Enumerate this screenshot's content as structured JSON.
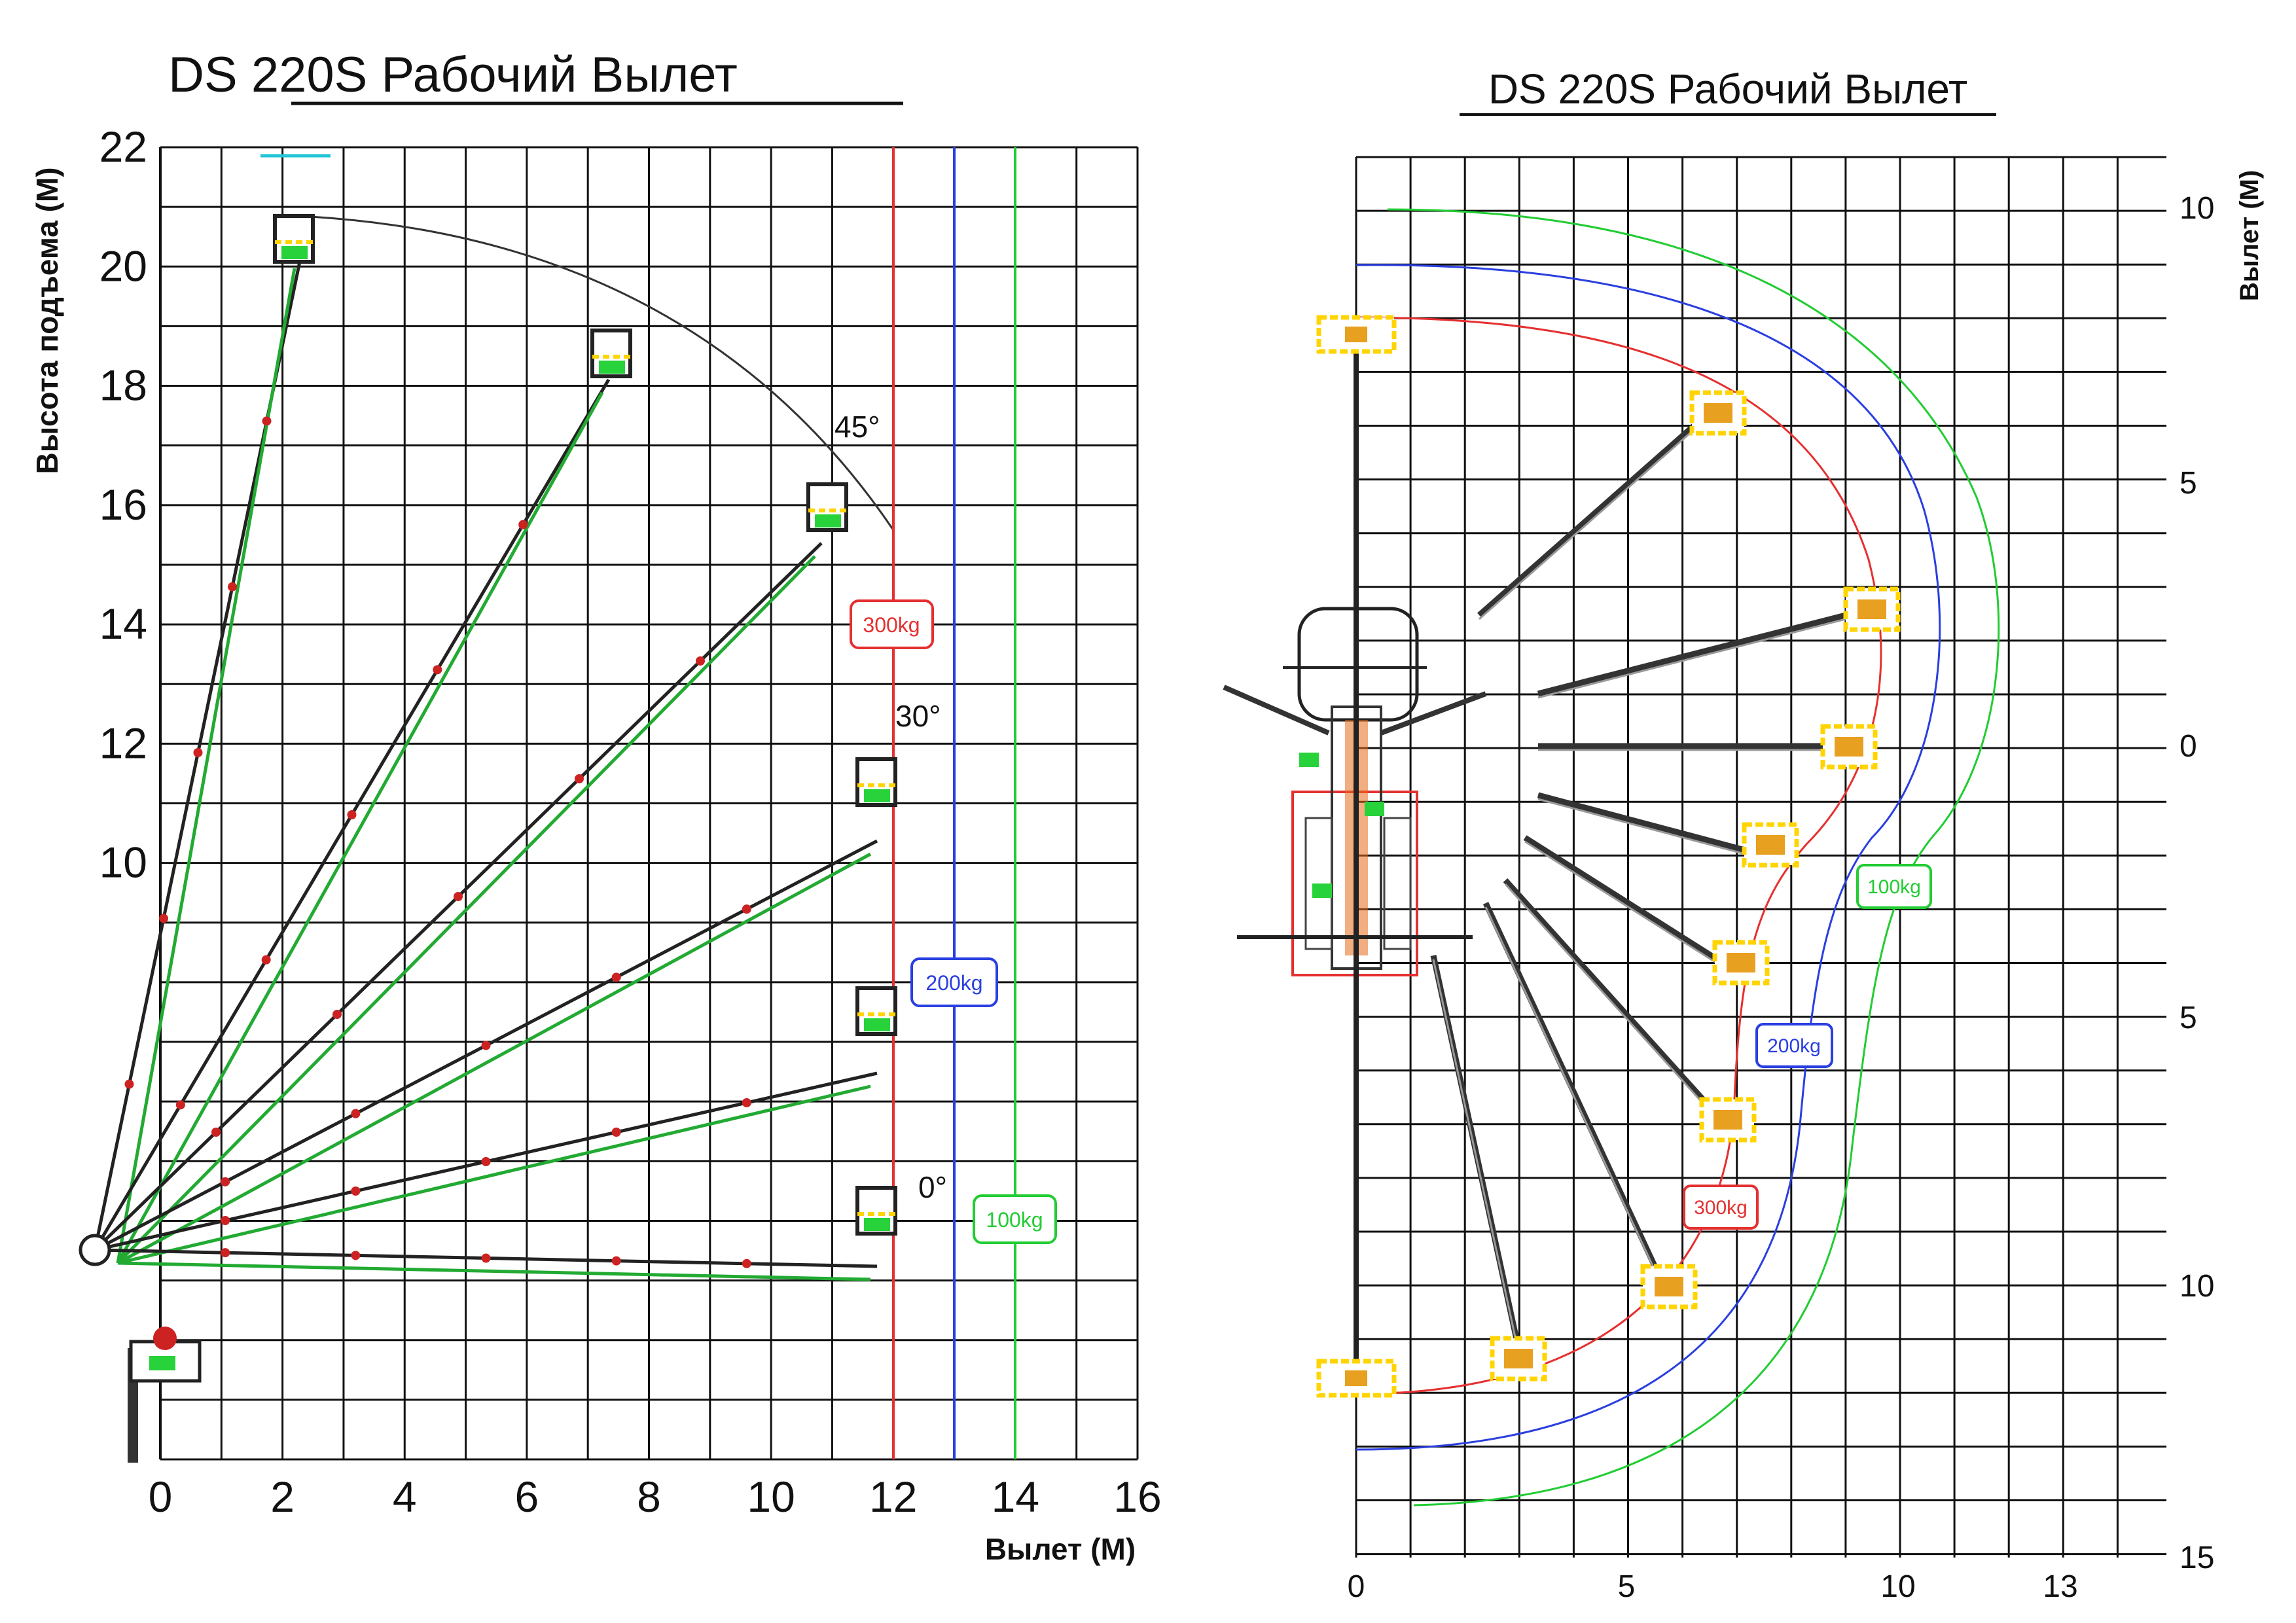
{
  "left_diagram": {
    "title": "DS 220S Рабочий Вылет",
    "ylabel": "Высота подъема (М)",
    "xlabel": "Вылет (М)",
    "x_ticks": [
      "0",
      "2",
      "4",
      "6",
      "8",
      "10",
      "12",
      "14",
      "16"
    ],
    "y_ticks": [
      "22",
      "20",
      "18",
      "16",
      "14",
      "12",
      "10"
    ],
    "angle_labels": [
      "45°",
      "30°",
      "0°"
    ],
    "load_limits": [
      {
        "label": "300kg",
        "reach_m": 12,
        "color": "#e53030"
      },
      {
        "label": "200kg",
        "reach_m": 13,
        "color": "#2a3fe0"
      },
      {
        "label": "100kg",
        "reach_m": 14,
        "color": "#22cc33"
      }
    ]
  },
  "right_diagram": {
    "title": "DS 220S Рабочий Вылет",
    "ylabel": "Вылет (М)",
    "x_ticks": [
      "0",
      "5",
      "10",
      "13"
    ],
    "y_ticks": [
      "10",
      "5",
      "0",
      "5",
      "10",
      "15"
    ],
    "load_limits": [
      {
        "label": "300kg",
        "color": "#e53030"
      },
      {
        "label": "200kg",
        "color": "#2a3fe0"
      },
      {
        "label": "100kg",
        "color": "#22cc33"
      }
    ]
  },
  "colors": {
    "grid": "#000000",
    "boom_dark": "#222222",
    "boom_green": "#22aa33",
    "accent_yellow": "#ffd400"
  }
}
